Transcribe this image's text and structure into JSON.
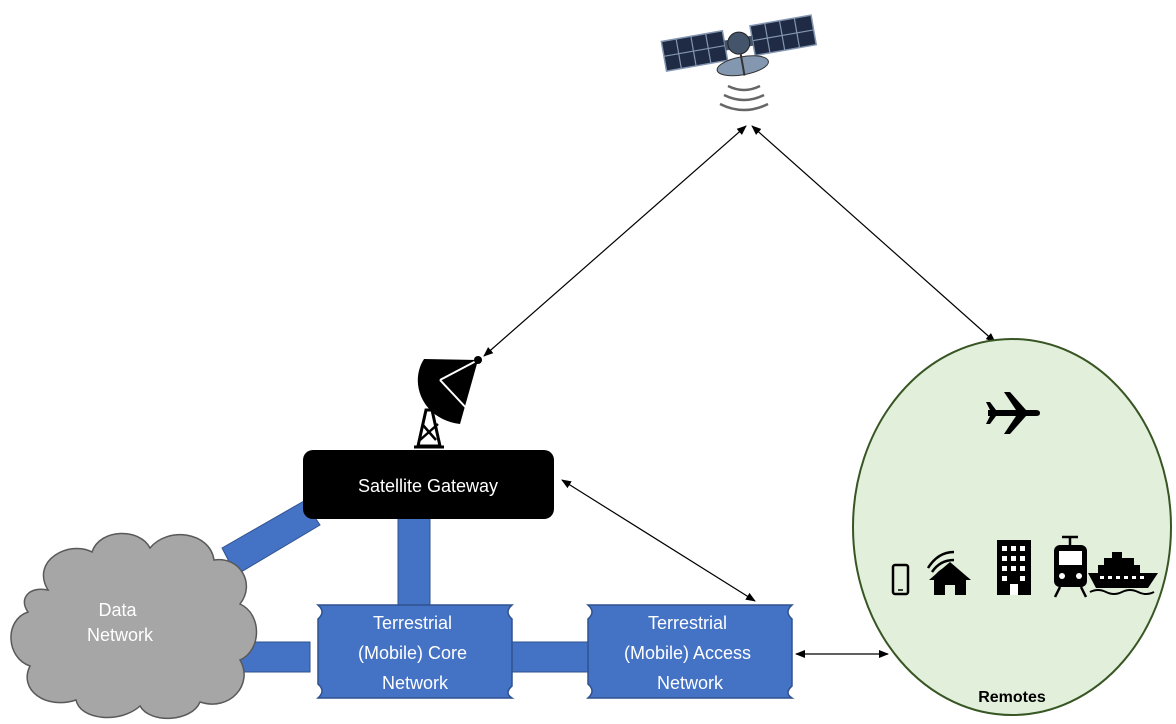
{
  "nodes": {
    "satellite_gateway": {
      "label": "Satellite Gateway"
    },
    "data_network": {
      "lines": [
        "Data",
        "Network"
      ]
    },
    "core_network": {
      "lines": [
        "Terrestrial",
        "(Mobile) Core",
        "Network"
      ]
    },
    "access_network": {
      "lines": [
        "Terrestrial",
        "(Mobile) Access",
        "Network"
      ]
    },
    "remotes": {
      "label": "Remotes"
    }
  },
  "icons": {
    "satellite": "satellite-icon",
    "dish": "satellite-dish-icon",
    "airplane": "airplane-icon",
    "phone": "mobile-phone-icon",
    "home": "wifi-home-icon",
    "building": "office-building-icon",
    "train": "train-icon",
    "ship": "ship-icon"
  },
  "colors": {
    "link_blue": "#4472C4",
    "link_border": "#2F528F",
    "cloud_gray": "#A6A6A6",
    "gateway_black": "#000000",
    "remotes_border": "#375623"
  }
}
